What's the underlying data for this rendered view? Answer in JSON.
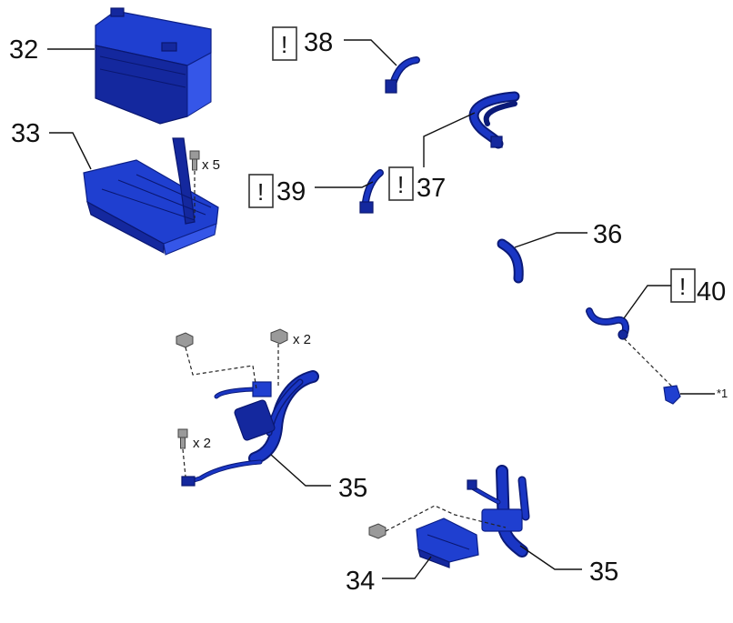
{
  "callouts": {
    "c32": "32",
    "c33": "33",
    "c34": "34",
    "c35a": "35",
    "c35b": "35",
    "c36": "36",
    "c37": "37",
    "c38": "38",
    "c39": "39",
    "c40": "40"
  },
  "quantities": {
    "bolt_tray": "x 5",
    "nut_harness": "x 2",
    "bolt_harness": "x 2"
  },
  "notes": {
    "ref1": "*1"
  },
  "warning_symbol": "!",
  "colors": {
    "part": "#1f3fd0",
    "part_dark": "#14289e",
    "fastener": "#9a9a9a",
    "text": "#111111"
  }
}
